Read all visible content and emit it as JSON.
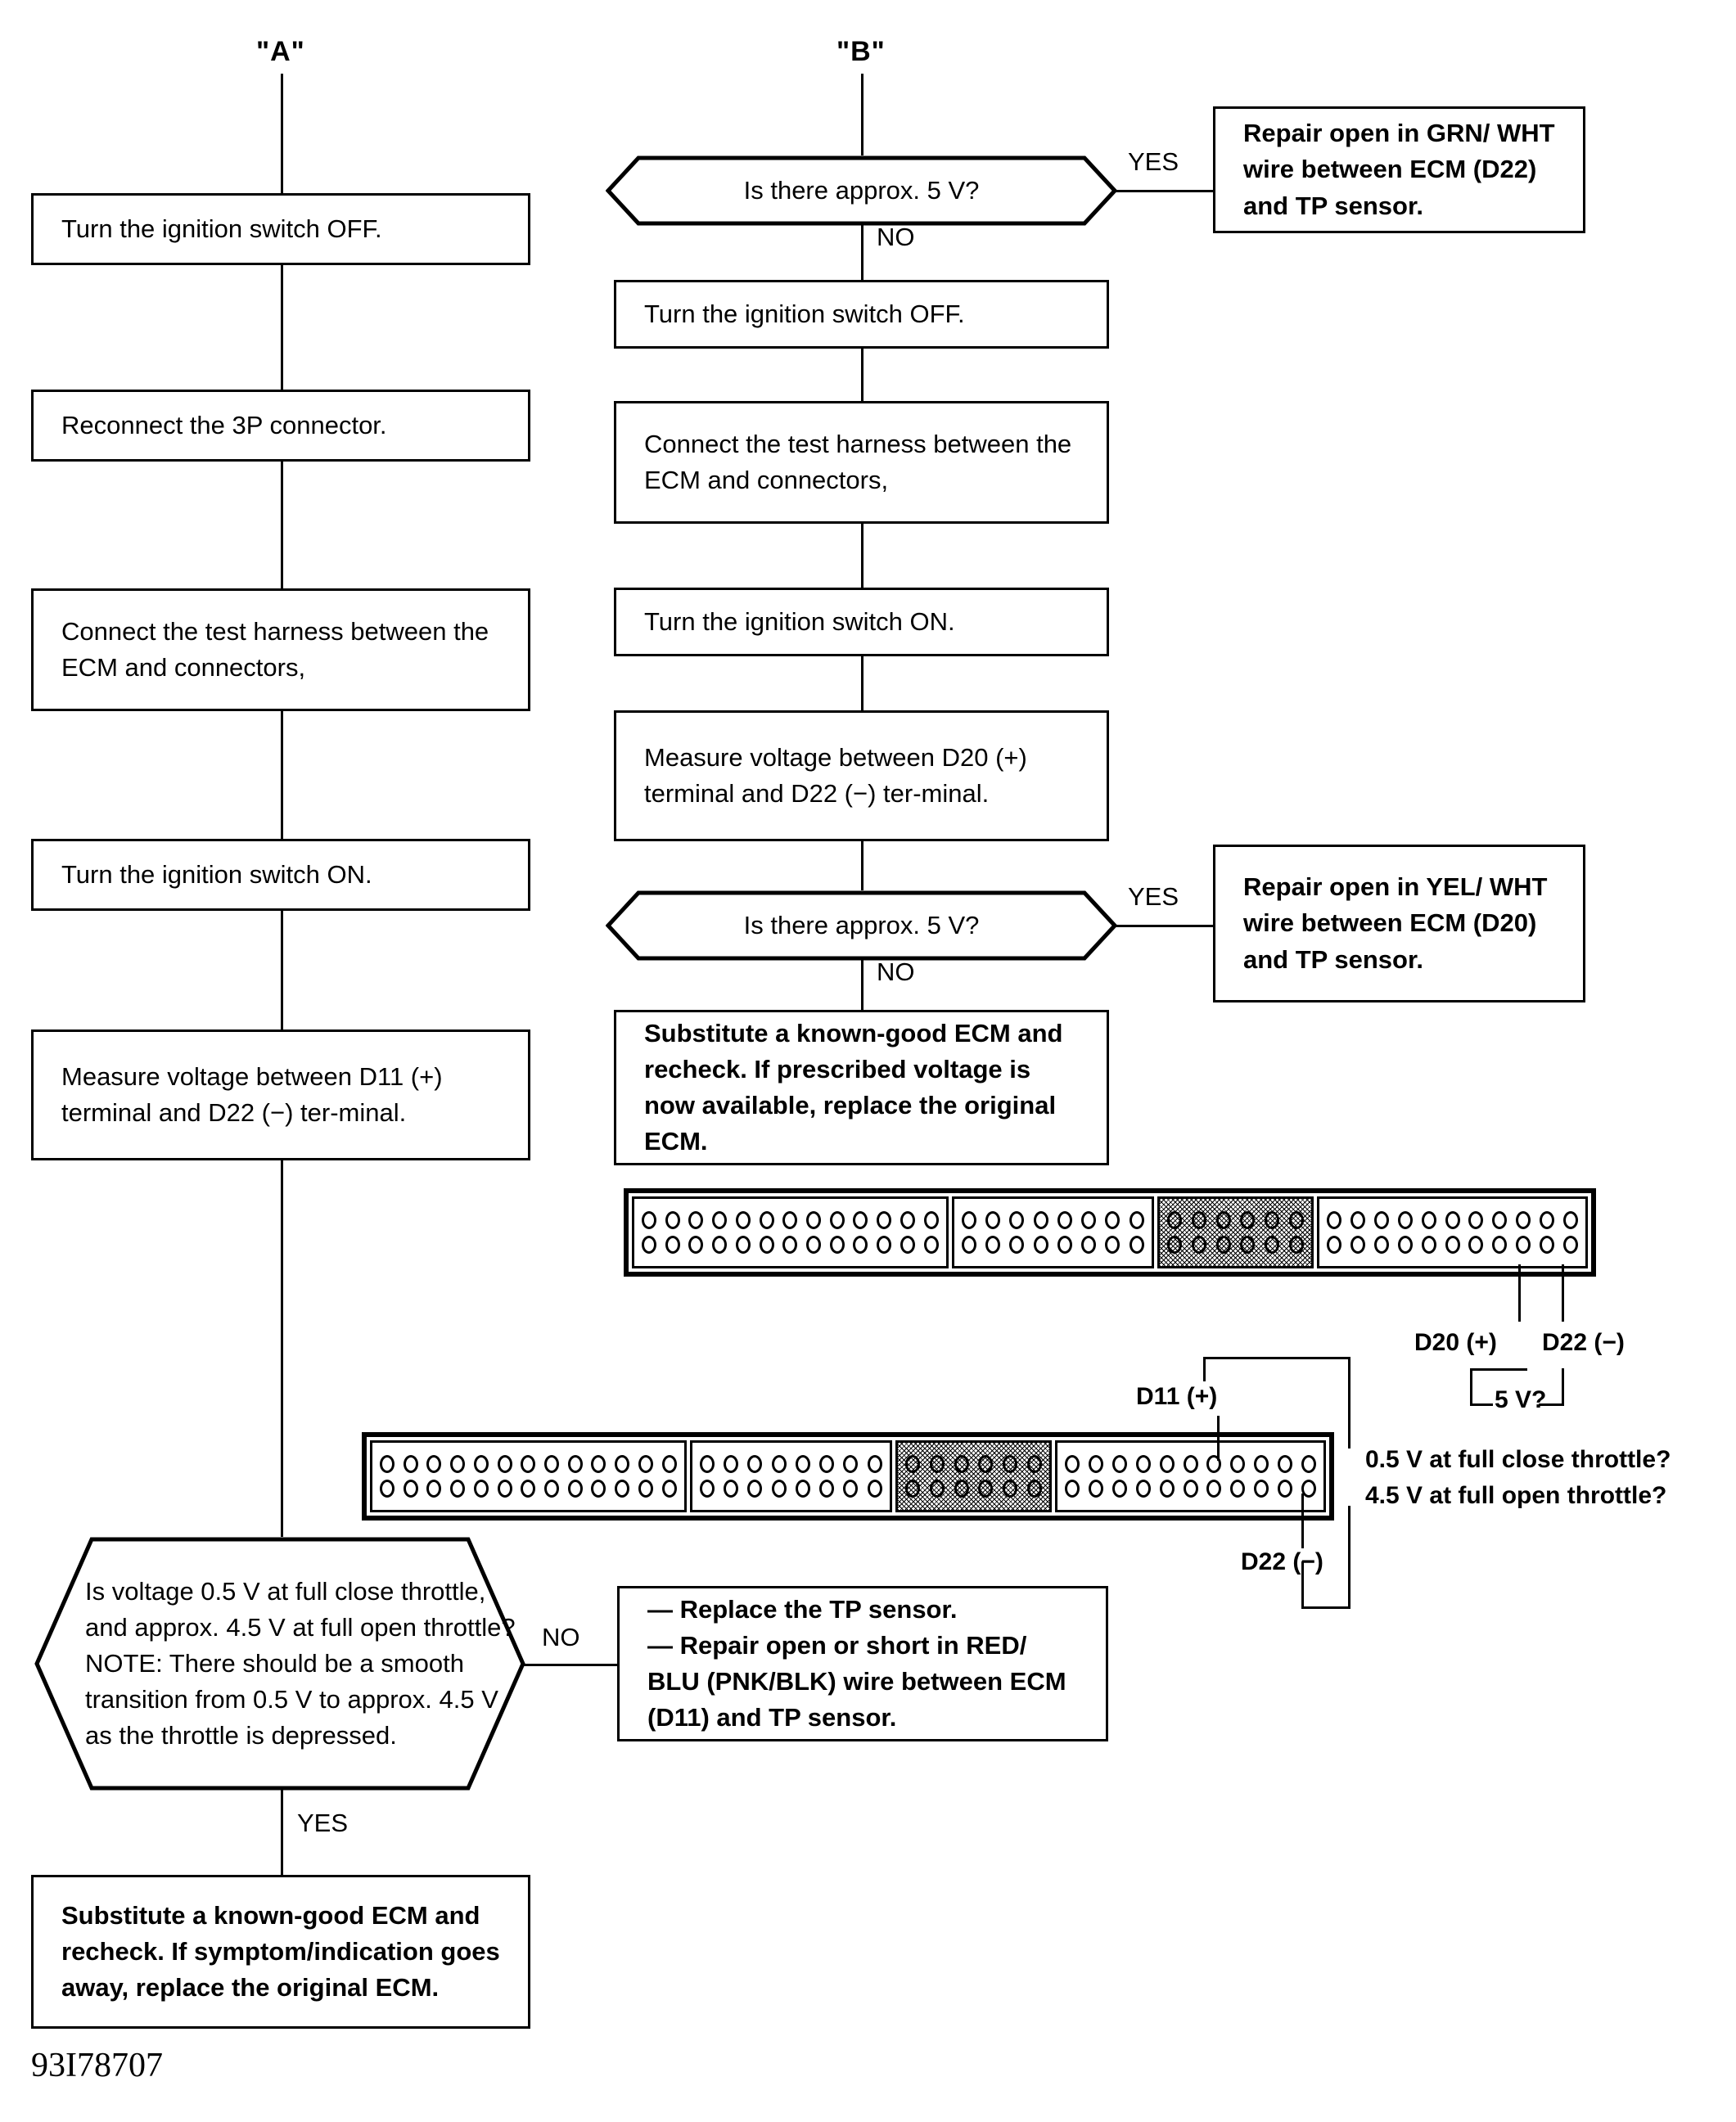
{
  "connectors": {
    "a_label": "\"A\"",
    "b_label": "\"B\""
  },
  "branch_labels": {
    "yes": "YES",
    "no": "NO"
  },
  "left_column": [
    {
      "id": "turn-ignition-off-a",
      "text": "Turn the ignition switch OFF."
    },
    {
      "id": "reconnect-3p-connector",
      "text": "Reconnect the 3P connector."
    },
    {
      "id": "connect-test-harness-a",
      "text": "Connect the test harness between the ECM  and  connectors,"
    },
    {
      "id": "turn-ignition-on-a",
      "text": "Turn the ignition switch ON."
    },
    {
      "id": "measure-voltage-d11",
      "text": "Measure  voltage  between  D11 (+)  terminal  and  D22  (−)  ter-minal."
    }
  ],
  "left_decision": {
    "question": "Is voltage 0.5 V at full close throttle, and approx. 4.5 V at full open throttle?",
    "note": "NOTE: There should be a smooth transition from 0.5 V to approx. 4.5 V as the throttle is depressed.",
    "no_label": "NO",
    "yes_label": "YES"
  },
  "left_no_box": {
    "line1": "—  Replace the TP sensor.",
    "line2": "—  Repair  open  or  short in RED/ BLU (PNK/BLK) wire between ECM (D11) and TP sensor."
  },
  "left_final_box": {
    "text": "Substitute  a  known-good  ECM and recheck. If symptom/indication goes away, replace the original ECM."
  },
  "middle_column": {
    "decision_1": {
      "question": "Is there approx. 5 V?",
      "yes": "YES",
      "no": "NO"
    },
    "box_1": {
      "text": "Turn the ignition switch OFF."
    },
    "box_2": {
      "text": "Connect the test harness between the  ECM  and  connectors,"
    },
    "box_3": {
      "text": "Turn the ignition switch ON."
    },
    "box_4": {
      "text": "Measure  voltage  between  D20 (+)  terminal  and  D22  (−)  ter-minal."
    },
    "decision_2": {
      "question": "Is there approx. 5 V?",
      "yes": "YES",
      "no": "NO"
    },
    "box_5": {
      "text": "Substitute  a  known-good  ECM and recheck. If prescribed voltage is now available, replace the original ECM."
    }
  },
  "right_column": {
    "repair_grn_wht": {
      "text": "Repair  open  in  GRN/ WHT  wire  between ECM  (D22)  and  TP sensor."
    },
    "repair_yel_wht": {
      "text": "Repair  open  in  YEL/ WHT  wire  between ECM  (D20)  and  TP sensor."
    }
  },
  "connector_diagram_1": {
    "segments": [
      {
        "pins_per_row": 13,
        "shaded": false
      },
      {
        "pins_per_row": 8,
        "shaded": false
      },
      {
        "pins_per_row": 6,
        "shaded": true
      },
      {
        "pins_per_row": 11,
        "shaded": false
      }
    ],
    "label_left": "D20 (+)",
    "label_right": "D22 (−)",
    "bracket_label": "5 V?"
  },
  "connector_diagram_2": {
    "segments": [
      {
        "pins_per_row": 13,
        "shaded": false
      },
      {
        "pins_per_row": 8,
        "shaded": false
      },
      {
        "pins_per_row": 6,
        "shaded": true
      },
      {
        "pins_per_row": 11,
        "shaded": false
      }
    ],
    "label_top": "D11 (+)",
    "label_bottom": "D22 (−)",
    "note_line1": "0.5 V at full close throttle?",
    "note_line2": "4.5 V at full open throttle?"
  },
  "footer": {
    "code": "93I78707"
  }
}
